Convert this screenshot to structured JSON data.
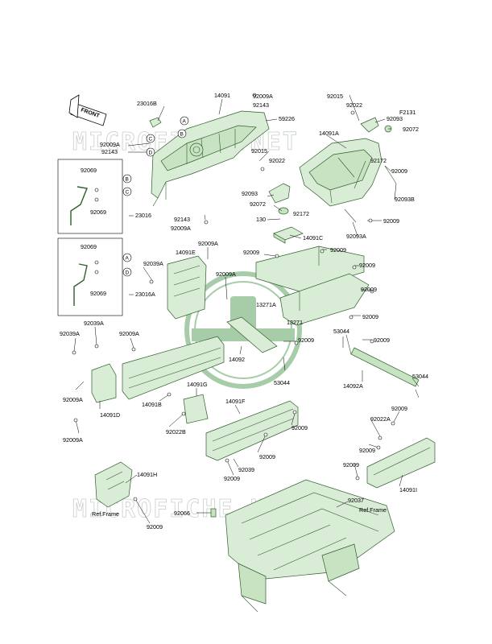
{
  "figure_code": "F2131",
  "front_label": "FRONT",
  "watermark": "MICROFICHE.NET",
  "ref_frame_left": "Ref.Frame",
  "ref_frame_right": "Ref.Frame",
  "callouts": [
    "A",
    "B",
    "C",
    "D"
  ],
  "colors": {
    "part_fill": "#d9ecd6",
    "part_stroke": "#2e5e2a",
    "watermark": "#9aa89a",
    "logo": "#3b8f3f"
  },
  "labels": {
    "l23016B": "23016B",
    "l14091": "14091",
    "l92009A_top": "92009A",
    "l92143_top": "92143",
    "l59226": "59226",
    "l92009A_l1": "92009A",
    "l92143_l1": "92143",
    "l92015_mid": "92015",
    "l92022_mid": "92022",
    "l92093_mid": "92093",
    "l92072_mid": "92072",
    "l92172_mid": "92172",
    "l130": "130",
    "l14091C": "14091C",
    "l92015_r": "92015",
    "l92022_r": "92022",
    "l92093_r": "92093",
    "l92072_r": "92072",
    "l14091A": "14091A",
    "l92172_r": "92172",
    "l92009_r1": "92009",
    "l92093B": "92093B",
    "l92009_r2": "92009",
    "l92093A": "92093A",
    "l92069_b1a": "92069",
    "l92069_b1b": "92069",
    "l23016": "23016",
    "l92143_b": "92143",
    "l92009A_b": "92009A",
    "l92069_b2a": "92069",
    "l92069_b2b": "92069",
    "l23016A": "23016A",
    "l92009A_14091E": "92009A",
    "l14091E": "14091E",
    "l92039A": "92039A",
    "l92009A_mid2": "92009A",
    "l92009_c1": "92009",
    "l92009_c2": "92009",
    "l92009_c3": "92009",
    "l13271A": "13271A",
    "l92009_c4": "92009",
    "l92009_c5": "92009",
    "l13271": "13271",
    "l92039A_l": "92039A",
    "l92039A_l2": "92039A",
    "l92009A_l2": "92009A",
    "l14092": "14092",
    "l92009_14092": "92009",
    "l53044_a": "53044",
    "l92009_53": "92009",
    "l53044_b": "53044",
    "l14092A": "14092A",
    "l53044_c": "53044",
    "l92009A_l3": "92009A",
    "l14091B": "14091B",
    "l14091D": "14091D",
    "l92009A_l4": "92009A",
    "l14091G": "14091G",
    "l92022B": "92022B",
    "l14091F": "14091F",
    "l92009_f1": "92009",
    "l92009_f2": "92009",
    "l92039": "92039",
    "l92009_f3": "92009",
    "l92009_f4": "92009",
    "l92009_i1": "92009",
    "l92022A": "92022A",
    "l92009_i2": "92009",
    "l92009_i3": "92009",
    "l14091I": "14091I",
    "l14091H": "14091H",
    "l92066": "92066",
    "l92037": "92037",
    "l92009_h": "92009"
  }
}
